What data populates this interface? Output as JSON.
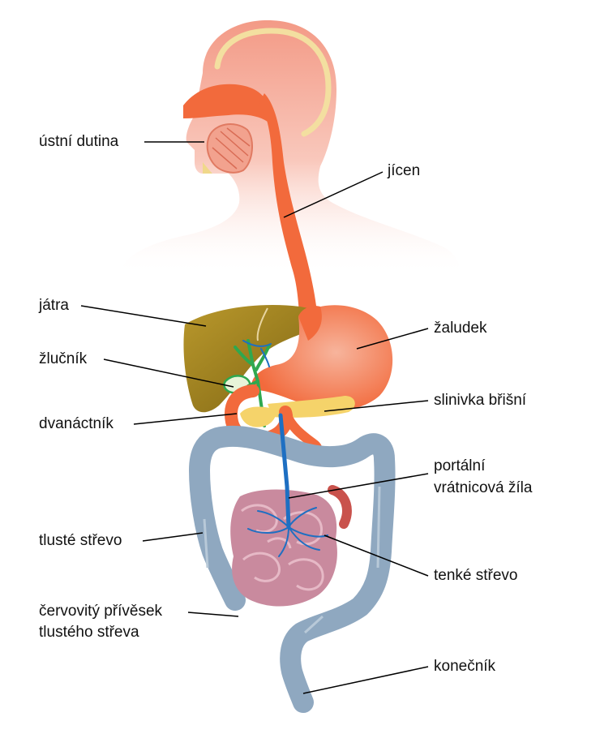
{
  "labels": {
    "oral_cavity": "ústní dutina",
    "esophagus": "jícen",
    "liver": "játra",
    "stomach": "žaludek",
    "gallbladder": "žlučník",
    "pancreas": "slinivka břišní",
    "duodenum": "dvanáctník",
    "portal_vein_line1": "portální",
    "portal_vein_line2": "vrátnicová žíla",
    "large_intestine": "tlusté střevo",
    "small_intestine": "tenké střevo",
    "appendix_line1": "červovitý přívěsek",
    "appendix_line2": "tlustého střeva",
    "rectum": "konečník"
  },
  "colors": {
    "body_silhouette": "#f6b3a6",
    "esophagus_stomach": "#f26a3c",
    "liver": "#a8891f",
    "gallbladder_ducts": "#2fa84f",
    "pancreas": "#f5d36a",
    "portal_vein": "#1e6fc2",
    "large_intestine": "#8fa8c0",
    "small_intestine": "#c98a9e",
    "skull_outline": "#f3dfa0",
    "leader_line": "#000000"
  }
}
